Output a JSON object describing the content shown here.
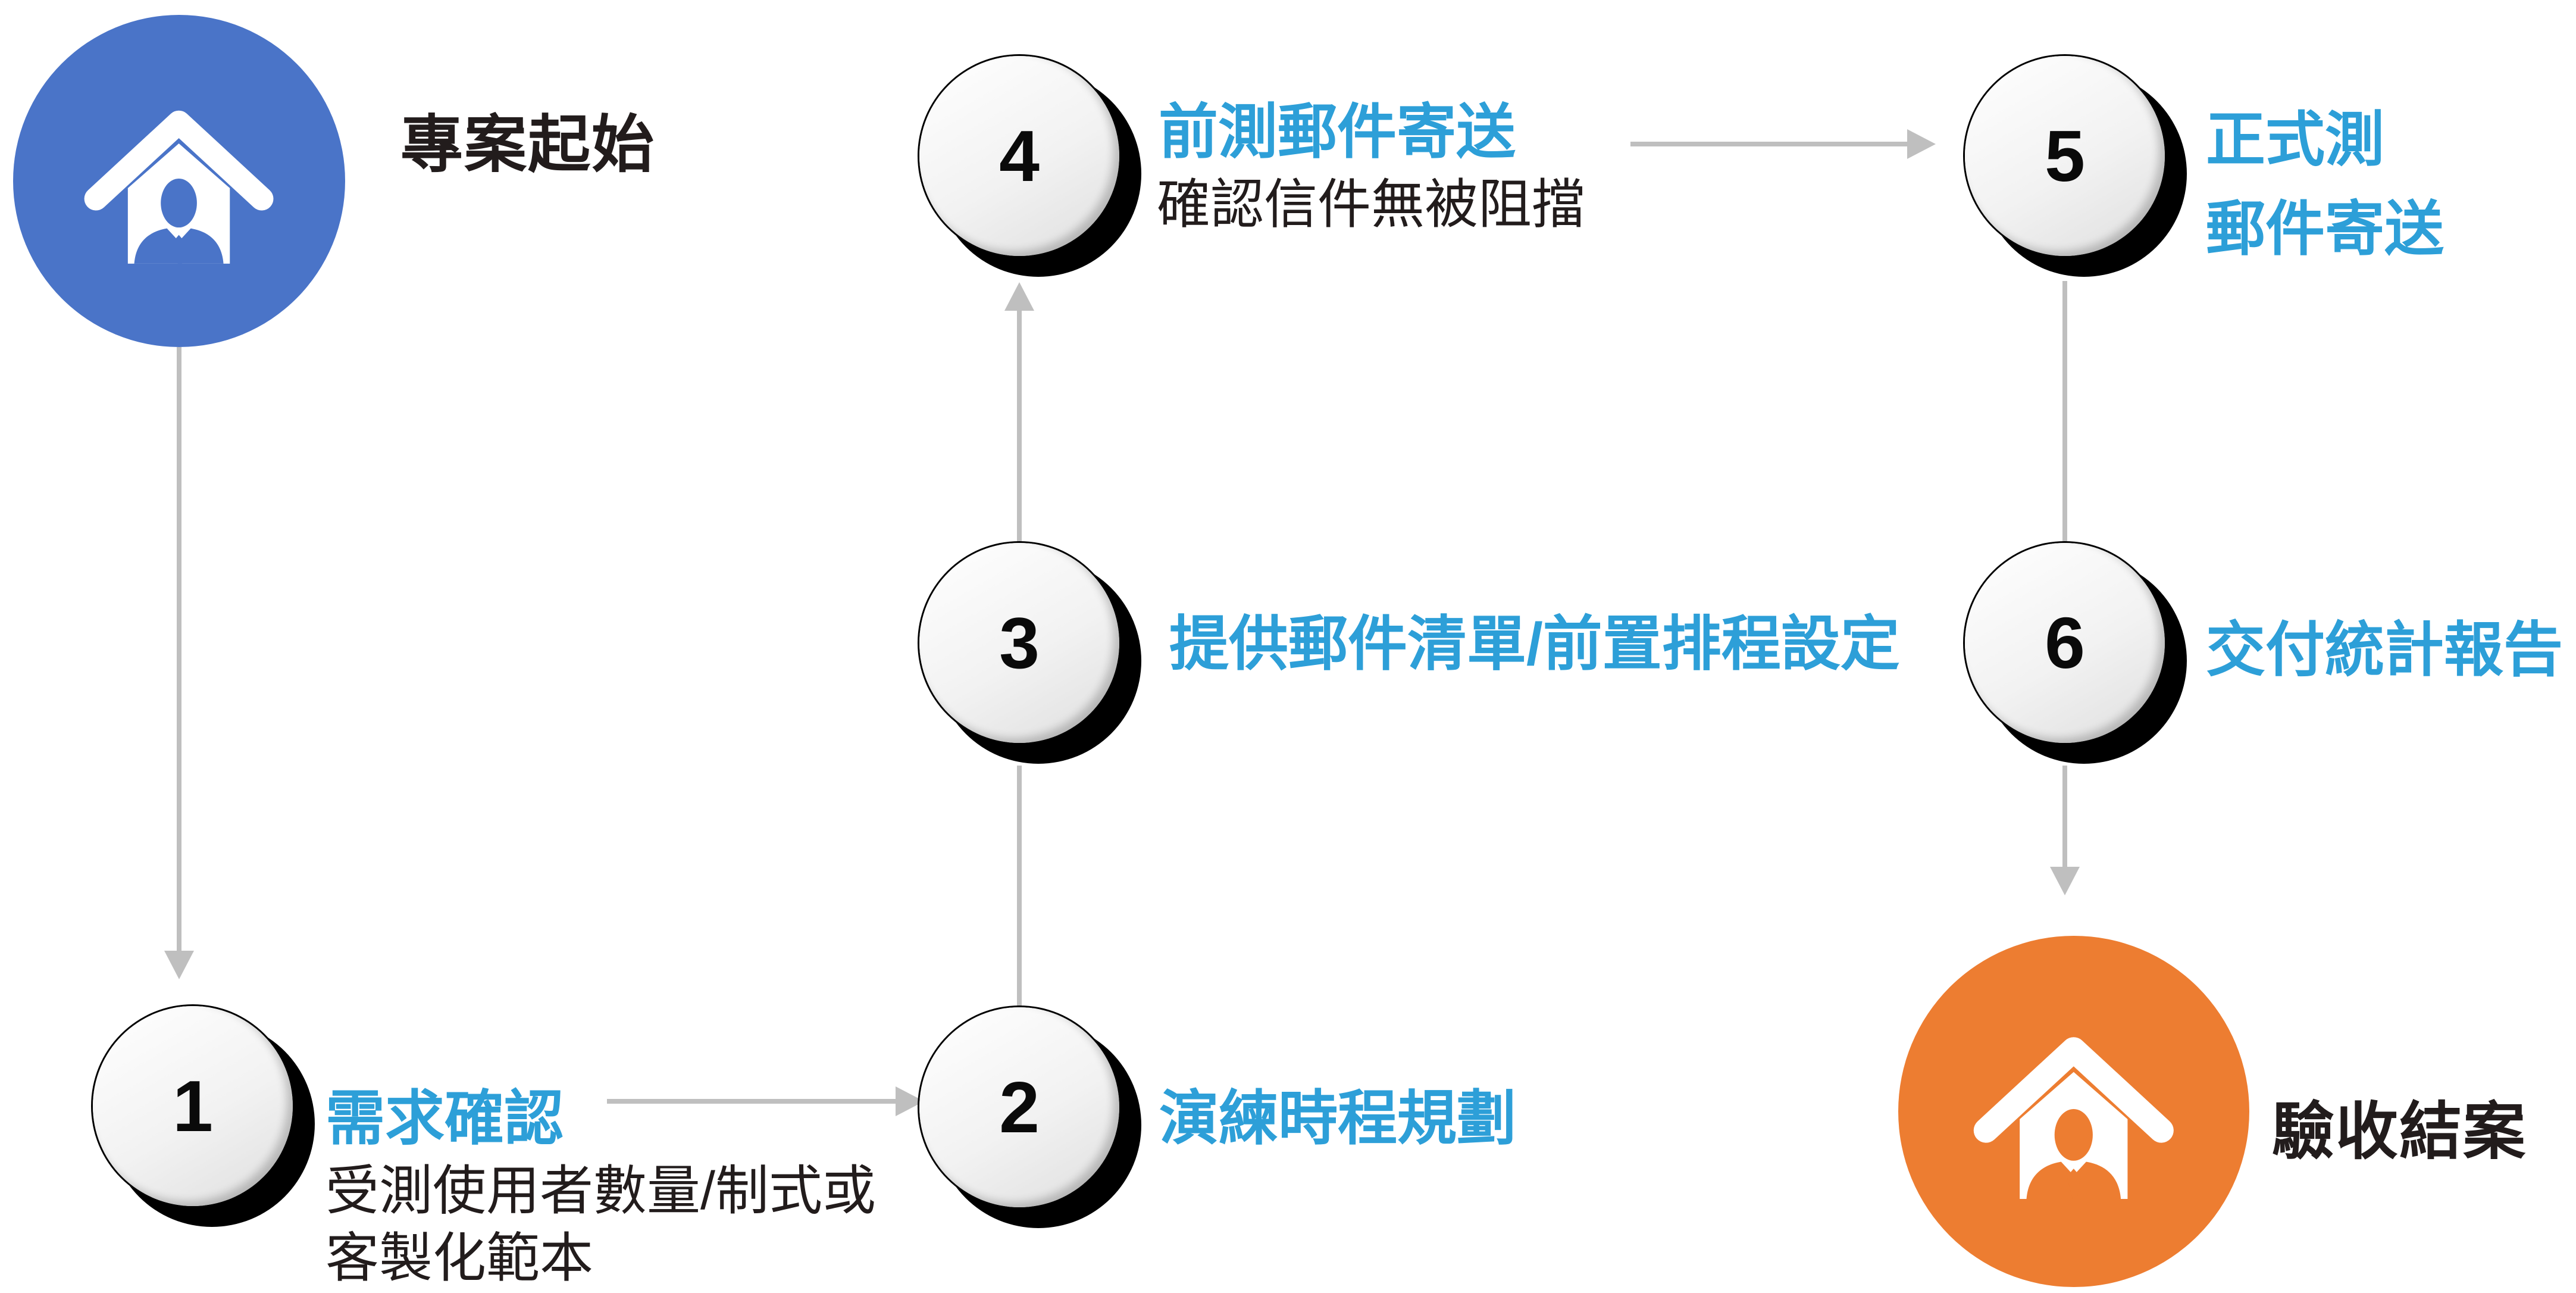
{
  "diagram": {
    "start_label": "專案起始",
    "end_label": "驗收結案",
    "steps": [
      {
        "num": "1",
        "title": "需求確認",
        "desc": "受測使用者數量/制式或\n客製化範本"
      },
      {
        "num": "2",
        "title": "演練時程規劃",
        "desc": ""
      },
      {
        "num": "3",
        "title": "提供郵件清單/前置排程設定",
        "desc": ""
      },
      {
        "num": "4",
        "title": "前測郵件寄送",
        "desc": "確認信件無被阻擋"
      },
      {
        "num": "5",
        "title": "正式測\n郵件寄送",
        "desc": ""
      },
      {
        "num": "6",
        "title": "交付統計報告",
        "desc": ""
      }
    ],
    "icons": {
      "start": "house-person-icon",
      "end": "house-person-icon"
    },
    "colors": {
      "accent_blue": "#2D9FD8",
      "start_blue": "#4A74C8",
      "end_orange": "#ED7D31",
      "arrow_gray": "#BFBFBF",
      "text_dark": "#221C1C",
      "circle_shadow": "#000000"
    }
  }
}
